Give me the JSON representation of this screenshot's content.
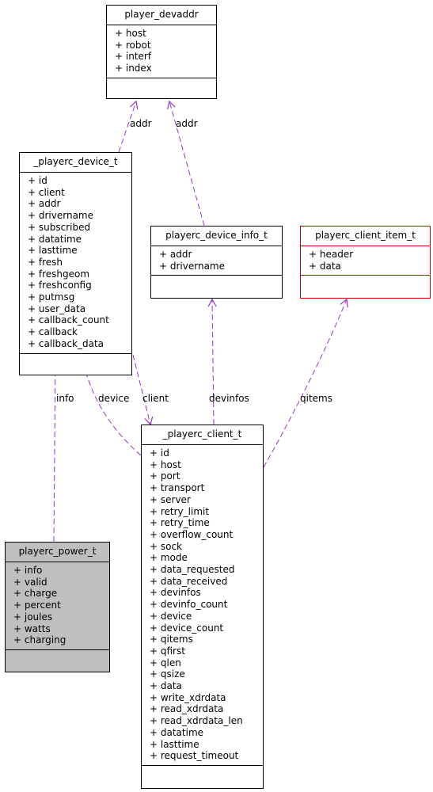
{
  "classes": {
    "player_devaddr": {
      "name": "player_devaddr",
      "attrs": [
        "+ host",
        "+ robot",
        "+ interf",
        "+ index"
      ]
    },
    "playerc_device_t": {
      "name": "_playerc_device_t",
      "attrs": [
        "+ id",
        "+ client",
        "+ addr",
        "+ drivername",
        "+ subscribed",
        "+ datatime",
        "+ lasttime",
        "+ fresh",
        "+ freshgeom",
        "+ freshconfig",
        "+ putmsg",
        "+ user_data",
        "+ callback_count",
        "+ callback",
        "+ callback_data"
      ]
    },
    "playerc_device_info_t": {
      "name": "playerc_device_info_t",
      "attrs": [
        "+ addr",
        "+ drivername"
      ]
    },
    "playerc_client_item_t": {
      "name": "playerc_client_item_t",
      "attrs": [
        "+ header",
        "+ data"
      ]
    },
    "playerc_power_t": {
      "name": "playerc_power_t",
      "attrs": [
        "+ info",
        "+ valid",
        "+ charge",
        "+ percent",
        "+ joules",
        "+ watts",
        "+ charging"
      ]
    },
    "playerc_client_t": {
      "name": "_playerc_client_t",
      "attrs": [
        "+ id",
        "+ host",
        "+ port",
        "+ transport",
        "+ server",
        "+ retry_limit",
        "+ retry_time",
        "+ overflow_count",
        "+ sock",
        "+ mode",
        "+ data_requested",
        "+ data_received",
        "+ devinfos",
        "+ devinfo_count",
        "+ device",
        "+ device_count",
        "+ qitems",
        "+ qfirst",
        "+ qlen",
        "+ qsize",
        "+ data",
        "+ write_xdrdata",
        "+ read_xdrdata",
        "+ read_xdrdata_len",
        "+ datatime",
        "+ lasttime",
        "+ request_timeout"
      ]
    }
  },
  "edges": {
    "addr_1": "addr",
    "addr_2": "addr",
    "info": "info",
    "device": "device",
    "client": "client",
    "devinfos": "devinfos",
    "qitems": "qitems"
  },
  "colors": {
    "edge": "#9a32cd",
    "highlight_border": "#cc0000",
    "highlight_fill": "#bfbfbf"
  }
}
